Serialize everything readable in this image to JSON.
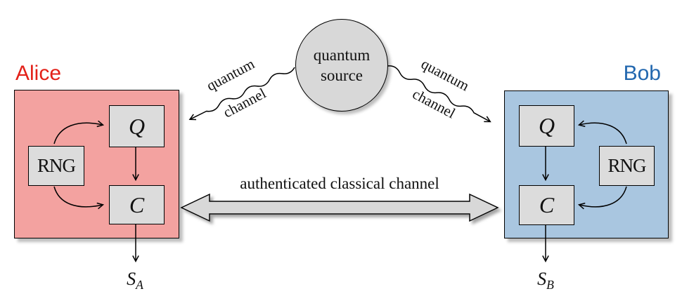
{
  "colors": {
    "alice_fill": "#f3a2a0",
    "alice_label_color": "#e32119",
    "bob_fill": "#a9c6e0",
    "bob_label_color": "#2368af",
    "module_fill": "#dcdcdc",
    "source_fill": "#d8d8d8",
    "channel_arrow_fill": "#d8d8d8",
    "line_color": "#000000"
  },
  "source": {
    "line1": "quantum",
    "line2": "source"
  },
  "quantum_channel_left": {
    "word1": "quantum",
    "word2": "channel"
  },
  "quantum_channel_right": {
    "word1": "quantum",
    "word2": "channel"
  },
  "classical_channel": {
    "label": "authenticated classical channel"
  },
  "alice": {
    "name": "Alice",
    "modules": {
      "q": "Q",
      "rng": "RNG",
      "c": "C"
    },
    "output_base": "S",
    "output_sub": "A"
  },
  "bob": {
    "name": "Bob",
    "modules": {
      "q": "Q",
      "rng": "RNG",
      "c": "C"
    },
    "output_base": "S",
    "output_sub": "B"
  }
}
